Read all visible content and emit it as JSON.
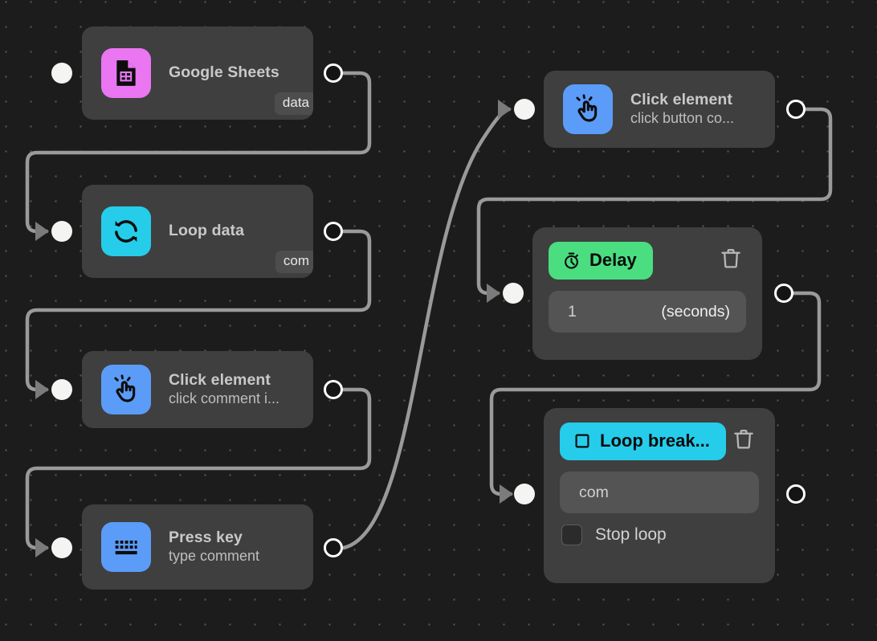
{
  "canvas": {
    "background": "#1c1c1c",
    "grid_dot_color": "#5a5a5a",
    "wire_color": "#9a9a9a"
  },
  "nodes": [
    {
      "id": "google-sheets",
      "title": "Google Sheets",
      "subtitle": "",
      "badge": "data",
      "icon": "google-sheets-icon",
      "tile_color": "#ea76f2"
    },
    {
      "id": "loop-data",
      "title": "Loop data",
      "subtitle": "",
      "badge": "com",
      "icon": "loop-refresh-icon",
      "tile_color": "#25cdeb"
    },
    {
      "id": "click-element-comment",
      "title": "Click element",
      "subtitle": "click comment i...",
      "badge": "",
      "icon": "click-cursor-icon",
      "tile_color": "#5b9cf8"
    },
    {
      "id": "press-key",
      "title": "Press key",
      "subtitle": "type comment",
      "badge": "",
      "icon": "keyboard-icon",
      "tile_color": "#5b9cf8"
    },
    {
      "id": "click-element-button",
      "title": "Click element",
      "subtitle": "click button co...",
      "badge": "",
      "icon": "click-cursor-icon",
      "tile_color": "#5b9cf8"
    }
  ],
  "delay_node": {
    "pill_label": "Delay",
    "pill_color": "#4ade80",
    "icon": "stopwatch-icon",
    "delete_icon": "trash-icon",
    "value": "1",
    "unit": "(seconds)"
  },
  "loop_break_node": {
    "pill_label": "Loop break...",
    "pill_color": "#25cdeb",
    "icon": "square-outline-icon",
    "delete_icon": "trash-icon",
    "value": "com",
    "checkbox_label": "Stop loop",
    "checkbox_checked": false
  }
}
